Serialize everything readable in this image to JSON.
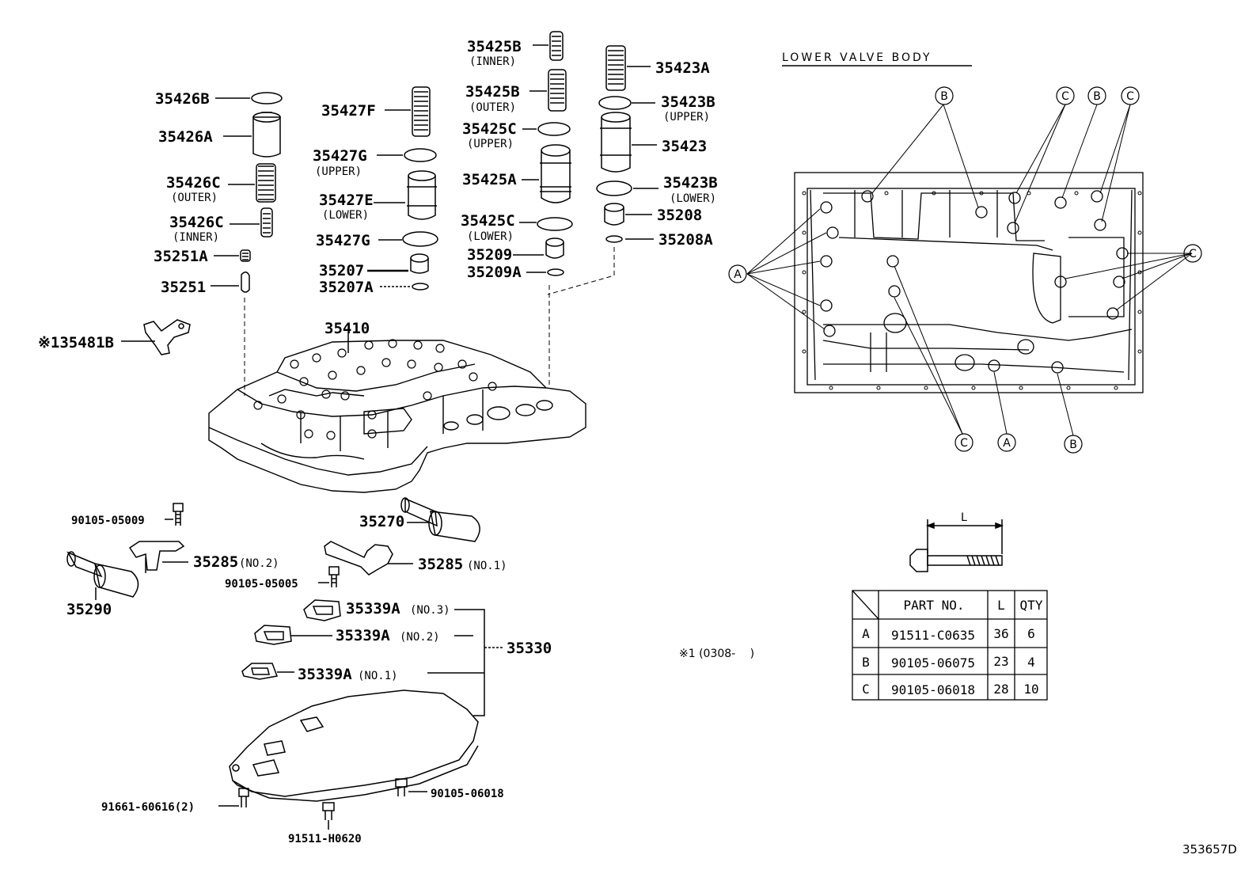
{
  "diagram_code": "353657D",
  "lower_valve_body": {
    "title": "LOWER VALVE BODY",
    "callout_A": "A",
    "callout_B": "B",
    "callout_C": "C"
  },
  "bolt_dim_label": "L",
  "note": "※1 (0308-　 )",
  "bolt_table": {
    "headers": [
      "PART NO.",
      "L",
      "QTY"
    ],
    "rows": [
      {
        "key": "A",
        "part": "91511-C0635",
        "l": "36",
        "qty": "6"
      },
      {
        "key": "B",
        "part": "90105-06075",
        "l": "23",
        "qty": "4"
      },
      {
        "key": "C",
        "part": "90105-06018",
        "l": "28",
        "qty": "10"
      }
    ]
  },
  "parts": {
    "p35426B": "35426B",
    "p35426A": "35426A",
    "p35426C_outer": "35426C",
    "p35426C_outer_sub": "(OUTER)",
    "p35426C_inner": "35426C",
    "p35426C_inner_sub": "(INNER)",
    "p35251A": "35251A",
    "p35251": "35251",
    "p135481B": "※135481B",
    "p35427F": "35427F",
    "p35427G_upper": "35427G",
    "p35427G_upper_sub": "(UPPER)",
    "p35427E": "35427E",
    "p35427E_sub": "(LOWER)",
    "p35427G": "35427G",
    "p35207": "35207",
    "p35207A": "35207A",
    "p35425B_inner": "35425B",
    "p35425B_inner_sub": "(INNER)",
    "p35425B_outer": "35425B",
    "p35425B_outer_sub": "(OUTER)",
    "p35425C_upper": "35425C",
    "p35425C_upper_sub": "(UPPER)",
    "p35425A": "35425A",
    "p35425C_lower": "35425C",
    "p35425C_lower_sub": "(LOWER)",
    "p35209": "35209",
    "p35209A": "35209A",
    "p35423A": "35423A",
    "p35423B_upper": "35423B",
    "p35423B_upper_sub": "(UPPER)",
    "p35423": "35423",
    "p35423B_lower": "35423B",
    "p35423B_lower_sub": "(LOWER)",
    "p35208": "35208",
    "p35208A": "35208A",
    "p35410": "35410",
    "p90105_05009": "90105-05009",
    "p35270": "35270",
    "p35285_no2": "35285",
    "p35285_no2_sub": "(NO.2)",
    "p35285_no1": "35285",
    "p35285_no1_sub": "(NO.1)",
    "p90105_05005": "90105-05005",
    "p35290": "35290",
    "p35339A_no3": "35339A",
    "p35339A_no3_sub": "(NO.3)",
    "p35339A_no2": "35339A",
    "p35339A_no2_sub": "(NO.2)",
    "p35339A_no1": "35339A",
    "p35339A_no1_sub": "(NO.1)",
    "p35330": "35330",
    "p91661_60616": "91661-60616(2)",
    "p90105_06018": "90105-06018",
    "p91511_H0620": "91511-H0620"
  }
}
